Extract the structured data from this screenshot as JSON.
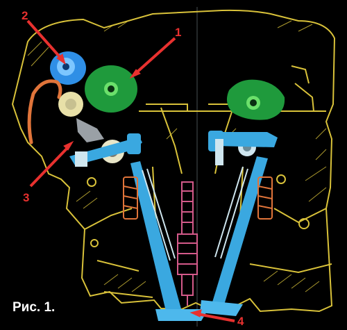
{
  "figure": {
    "caption": "Рис. 1.",
    "callouts": [
      {
        "id": "1",
        "label": "1"
      },
      {
        "id": "2",
        "label": "2"
      },
      {
        "id": "3",
        "label": "3"
      },
      {
        "id": "4",
        "label": "4"
      }
    ]
  },
  "colors": {
    "background": "#000000",
    "outline": "#d9c23a",
    "camshaft_green": "#1f9a3c",
    "rocker_blue": "#4fb0e8",
    "spring_orange": "#e0743a",
    "callout_red": "#e8312f",
    "spark_plug": "#d45a8a"
  }
}
